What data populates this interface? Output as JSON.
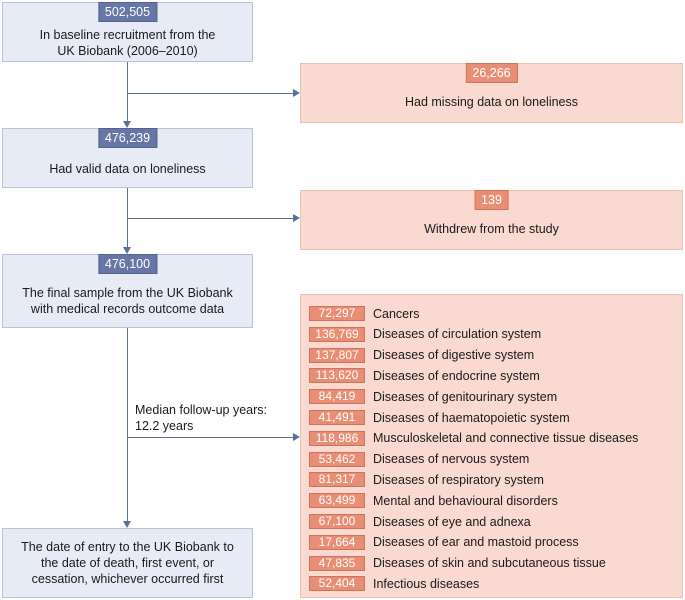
{
  "boxes": {
    "baseline": {
      "count": "502,505",
      "text": [
        "In baseline recruitment from the",
        "UK Biobank (2006–2010)"
      ]
    },
    "missing": {
      "count": "26,266",
      "text": [
        "Had missing data on loneliness"
      ]
    },
    "valid": {
      "count": "476,239",
      "text": [
        "Had valid data on loneliness"
      ]
    },
    "withdrew": {
      "count": "139",
      "text": [
        "Withdrew from the study"
      ]
    },
    "final": {
      "count": "476,100",
      "text": [
        "The final sample from the UK Biobank",
        "with medical records outcome data"
      ]
    },
    "end": {
      "text": [
        "The date of entry to the UK Biobank to",
        "the date of death, first event, or",
        "cessation, whichever occurred first"
      ]
    }
  },
  "followup": {
    "line1": "Median follow-up years:",
    "line2": "12.2 years"
  },
  "outcomes": [
    {
      "count": "72,297",
      "label": "Cancers"
    },
    {
      "count": "136,769",
      "label": "Diseases of circulation system"
    },
    {
      "count": "137,807",
      "label": "Diseases of digestive system"
    },
    {
      "count": "113,620",
      "label": "Diseases of endocrine system"
    },
    {
      "count": "84,419",
      "label": "Diseases of genitourinary system"
    },
    {
      "count": "41,491",
      "label": "Diseases of haematopoietic system"
    },
    {
      "count": "118,986",
      "label": "Musculoskeletal and connective tissue diseases"
    },
    {
      "count": "53,462",
      "label": "Diseases of nervous system"
    },
    {
      "count": "81,317",
      "label": "Diseases of respiratory system"
    },
    {
      "count": "63,499",
      "label": "Mental and behavioural disorders"
    },
    {
      "count": "67,100",
      "label": "Diseases of eye and adnexa"
    },
    {
      "count": "17,664",
      "label": "Diseases of ear and mastoid process"
    },
    {
      "count": "47,835",
      "label": "Diseases of skin and subcutaneous tissue"
    },
    {
      "count": "52,404",
      "label": "Infectious diseases"
    }
  ]
}
